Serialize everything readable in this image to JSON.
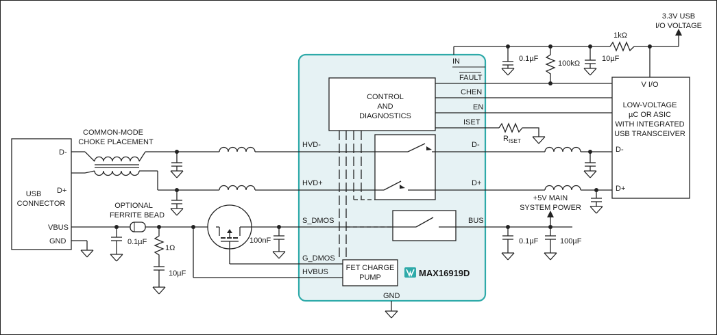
{
  "chip": {
    "brand": "MAX16919D"
  },
  "pins": {
    "in": "IN",
    "fault": "FAULT",
    "chen": "CHEN",
    "en": "EN",
    "iset": "ISET",
    "hvd_minus": "HVD-",
    "hvd_plus": "HVD+",
    "d_minus": "D-",
    "d_plus": "D+",
    "s_dmos": "S_DMOS",
    "g_dmos": "G_DMOS",
    "hvbus": "HVBUS",
    "bus": "BUS",
    "gnd": "GND"
  },
  "blocks": {
    "control": [
      "CONTROL",
      "AND",
      "DIAGNOSTICS"
    ],
    "pump": [
      "FET CHARGE",
      "PUMP"
    ],
    "usb_connector": {
      "d_minus": "D-",
      "d_plus": "D+",
      "name": [
        "USB",
        "CONNECTOR"
      ],
      "vbus": "VBUS",
      "gnd": "GND"
    },
    "mcu": {
      "vio": "V I/O",
      "name": [
        "LOW-VOLTAGE",
        "µC OR ASIC",
        "WITH INTEGRATED",
        "USB TRANSCEIVER"
      ],
      "d_minus": "D-",
      "d_plus": "D+"
    }
  },
  "labels": {
    "usb_voltage": [
      "3.3V USB",
      "I/O VOLTAGE"
    ],
    "choke": [
      "COMMON-MODE",
      "CHOKE PLACEMENT"
    ],
    "ferrite": [
      "OPTIONAL",
      "FERRITE BEAD"
    ],
    "main_power": [
      "+5V MAIN",
      "SYSTEM POWER"
    ],
    "riset_main": "R",
    "riset_sub": "ISET"
  },
  "components": {
    "c_in": "0.1µF",
    "r_pullup": "100kΩ",
    "c_in2": "10µF",
    "r_1k": "1kΩ",
    "c_vbus": "0.1µF",
    "r_1ohm": "1Ω",
    "c_10uf": "10µF",
    "c_100nf": "100nF",
    "c_bus1": "0.1µF",
    "c_bus2": "100µF"
  }
}
